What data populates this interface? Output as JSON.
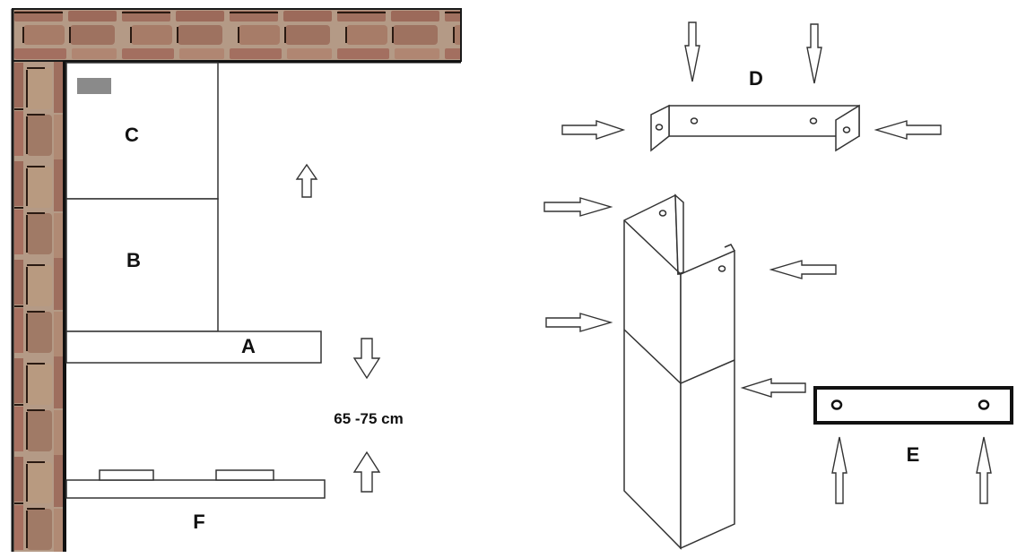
{
  "diagram": {
    "description": "Wall-mounted chimney hood installation diagram",
    "labels": {
      "A": "A",
      "B": "B",
      "C": "C",
      "D": "D",
      "E": "E",
      "F": "F"
    },
    "dimension": "65 -75 cm",
    "colors": {
      "brick": "#9a6a5c",
      "mortar": "#c9b8a0",
      "line": "#222222",
      "indicator": "#8a8a8a"
    }
  }
}
